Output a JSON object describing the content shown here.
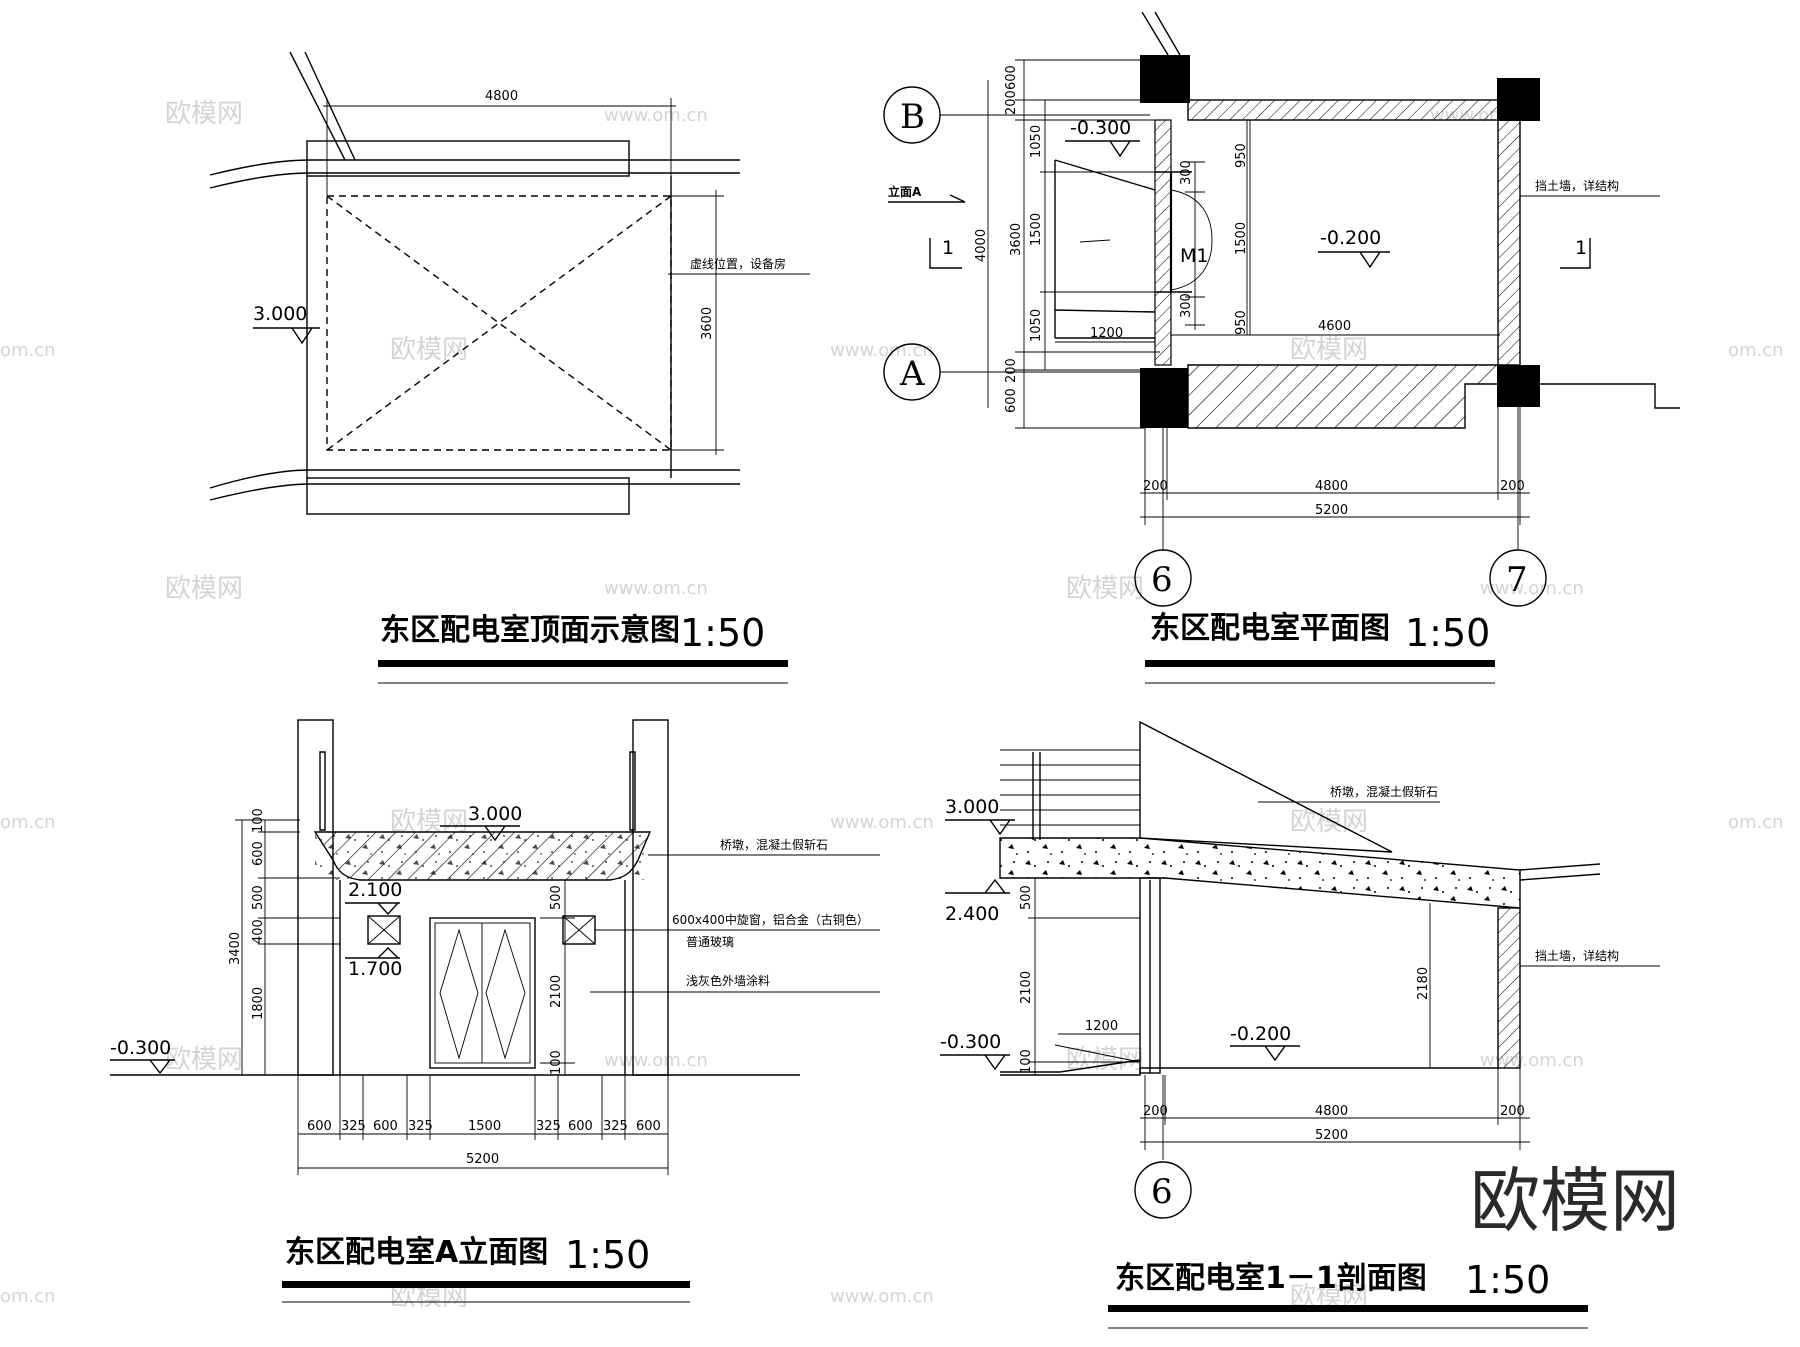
{
  "watermark": {
    "brand": "欧模网",
    "url": "www.om.cn",
    "url_edge": "om.cn"
  },
  "logo": "欧模网",
  "ceiling": {
    "title": "东区配电室顶面示意图",
    "scale": "1:50",
    "dim_top": "4800",
    "dim_right": "3600",
    "level": "3.000",
    "note": "虚线位置，设备房"
  },
  "plan": {
    "title": "东区配电室平面图",
    "scale": "1:50",
    "axis_B": "B",
    "axis_A": "A",
    "axis_6": "6",
    "axis_7": "7",
    "elev_label": "立面A",
    "section_mark": "1",
    "level_a": "-0.300",
    "level_b": "-0.200",
    "door": "M1",
    "note_wall": "挡土墙，详结构",
    "dims_left": [
      "600",
      "200",
      "1050",
      "1500",
      "1050",
      "200",
      "600"
    ],
    "dim_4000": "4000",
    "dim_3600": "3600",
    "dims_door": [
      "300",
      "950",
      "1500",
      "950",
      "300"
    ],
    "dim_1200": "1200",
    "dim_4600": "4600",
    "dims_bottom": [
      "200",
      "4800",
      "200"
    ],
    "dim_total": "5200"
  },
  "elevation": {
    "title": "东区配电室A立面图",
    "scale": "1:50",
    "level_top": "3.000",
    "level_210": "2.100",
    "level_170": "1.700",
    "level_neg": "-0.300",
    "note_bridge": "桥墩，混凝土假斩石",
    "note_window": "600x400中旋窗，铝合金（古铜色）",
    "note_glass": "普通玻璃",
    "note_paint": "浅灰色外墙涂料",
    "dims_left": [
      "100",
      "600",
      "500",
      "400",
      "1800"
    ],
    "dim_3400": "3400",
    "dims_mid": [
      "500",
      "2100",
      "100"
    ],
    "dims_bottom": [
      "600",
      "325",
      "600",
      "325",
      "1500",
      "325",
      "600",
      "325",
      "600"
    ],
    "dim_total": "5200"
  },
  "section": {
    "title": "东区配电室1－1剖面图",
    "scale": "1:50",
    "level_top": "3.000",
    "level_240": "2.400",
    "level_neg": "-0.300",
    "level_b": "-0.200",
    "note_bridge": "桥墩，混凝土假斩石",
    "note_wall": "挡土墙，详结构",
    "dims_left": [
      "500",
      "2100",
      "100"
    ],
    "dim_1200": "1200",
    "dim_2180": "2180",
    "dims_bottom": [
      "200",
      "4800",
      "200"
    ],
    "dim_total": "5200",
    "axis_6": "6"
  }
}
